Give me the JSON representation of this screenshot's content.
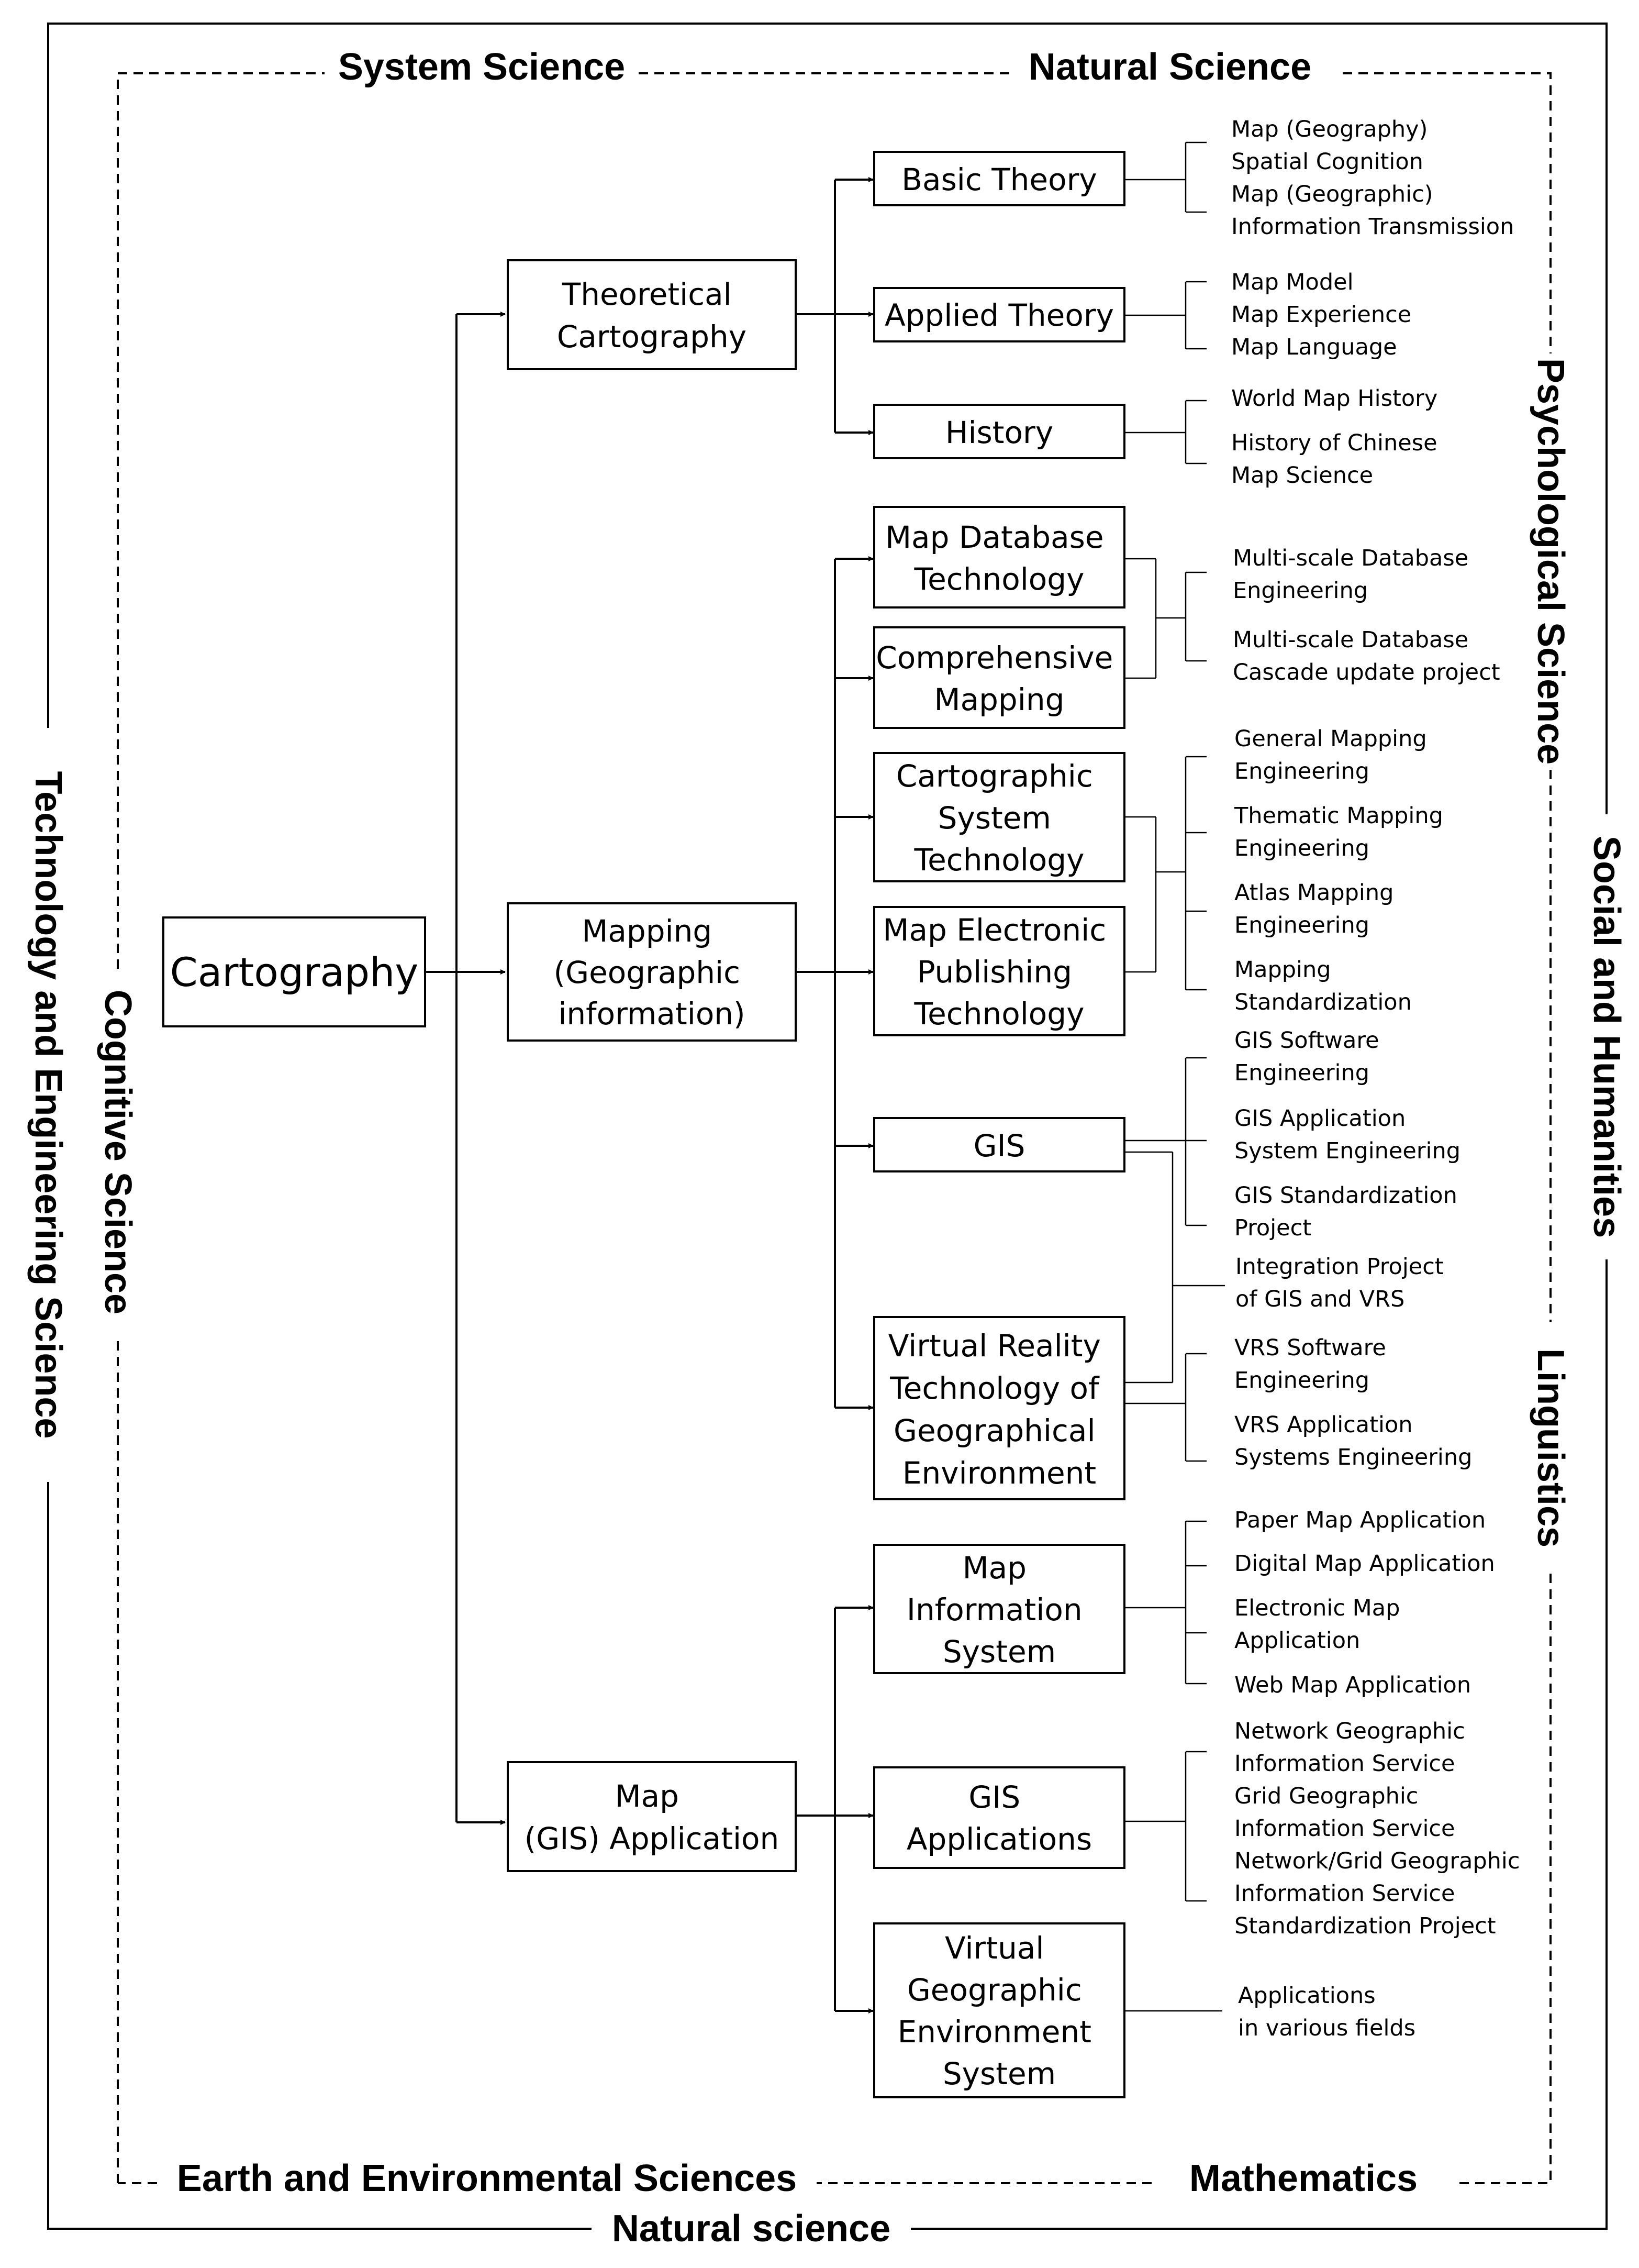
{
  "frame": {
    "outer": {
      "bottom": "Natural science",
      "left": "Technology and Engineering Science",
      "right": "Social and Humanities"
    },
    "inner": {
      "top_left": "System Science",
      "top_right": "Natural Science",
      "left": "Cognitive Science",
      "right_upper": "Psychological Science",
      "right_lower": "Linguistics",
      "bottom_left": "Earth and Environmental Sciences",
      "bottom_right": "Mathematics"
    }
  },
  "root": {
    "label": [
      "Cartography"
    ]
  },
  "branches": [
    {
      "id": "theoretical",
      "label": [
        "Theoretical",
        "Cartography"
      ],
      "children": [
        {
          "id": "basic-theory",
          "label": [
            "Basic Theory"
          ],
          "leaves": [
            [
              "Map (Geography)"
            ],
            [
              "Spatial Cognition"
            ],
            [
              "Map (Geographic)"
            ],
            [
              "Information Transmission"
            ]
          ]
        },
        {
          "id": "applied-theory",
          "label": [
            "Applied Theory"
          ],
          "leaves": [
            [
              "Map Model"
            ],
            [
              "Map Experience"
            ],
            [
              "Map Language"
            ]
          ]
        },
        {
          "id": "history",
          "label": [
            "History"
          ],
          "leaves": [
            [
              "World Map History"
            ],
            [
              "History of Chinese",
              "Map Science"
            ]
          ]
        }
      ]
    },
    {
      "id": "mapping",
      "label": [
        "Mapping",
        "(Geographic",
        "information)"
      ],
      "children": [
        {
          "id": "map-database",
          "label": [
            "Map Database",
            "Technology"
          ]
        },
        {
          "id": "comprehensive-mapping",
          "label": [
            "Comprehensive",
            "Mapping"
          ]
        },
        {
          "id": "cartographic-system",
          "label": [
            "Cartographic",
            "System",
            "Technology"
          ]
        },
        {
          "id": "map-electronic-publishing",
          "label": [
            "Map Electronic",
            "Publishing",
            "Technology"
          ]
        },
        {
          "id": "gis",
          "label": [
            "GIS"
          ]
        },
        {
          "id": "virtual-reality",
          "label": [
            "Virtual Reality",
            "Technology of",
            "Geographical",
            "Environment"
          ]
        }
      ],
      "leaf_groups": [
        {
          "id": "database-group",
          "leaves": [
            [
              "Multi-scale Database",
              "Engineering"
            ],
            [
              "Multi-scale Database",
              "Cascade update project"
            ]
          ]
        },
        {
          "id": "mapping-engineering-group",
          "leaves": [
            [
              "General Mapping",
              "Engineering"
            ],
            [
              "Thematic Mapping",
              "Engineering"
            ],
            [
              "Atlas Mapping",
              "Engineering"
            ],
            [
              "Mapping",
              "Standardization"
            ]
          ]
        },
        {
          "id": "gis-group",
          "leaves": [
            [
              "GIS Software",
              "Engineering"
            ],
            [
              "GIS Application",
              "System Engineering"
            ],
            [
              "GIS Standardization",
              "Project"
            ]
          ]
        },
        {
          "id": "integration-group",
          "leaves": [
            [
              "Integration Project",
              "of GIS and VRS"
            ]
          ]
        },
        {
          "id": "vrs-group",
          "leaves": [
            [
              "VRS Software",
              "Engineering"
            ],
            [
              "VRS Application",
              "Systems Engineering"
            ]
          ]
        }
      ]
    },
    {
      "id": "application",
      "label": [
        "Map",
        "(GIS) Application"
      ],
      "children": [
        {
          "id": "map-information-system",
          "label": [
            "Map",
            "Information",
            "System"
          ],
          "leaves": [
            [
              "Paper Map Application"
            ],
            [
              "Digital Map Application"
            ],
            [
              "Electronic Map",
              "Application"
            ],
            [
              "Web Map Application"
            ]
          ]
        },
        {
          "id": "gis-applications",
          "label": [
            "GIS",
            "Applications"
          ],
          "leaves": [
            [
              "Network Geographic",
              "Information Service"
            ],
            [
              "Grid Geographic",
              "Information Service"
            ],
            [
              "Network/Grid Geographic",
              "Information Service",
              "Standardization Project"
            ]
          ]
        },
        {
          "id": "virtual-geographic",
          "label": [
            "Virtual",
            "Geographic",
            "Environment",
            "System"
          ],
          "leaves": [
            [
              "Applications",
              "in various fields"
            ]
          ]
        }
      ]
    }
  ]
}
